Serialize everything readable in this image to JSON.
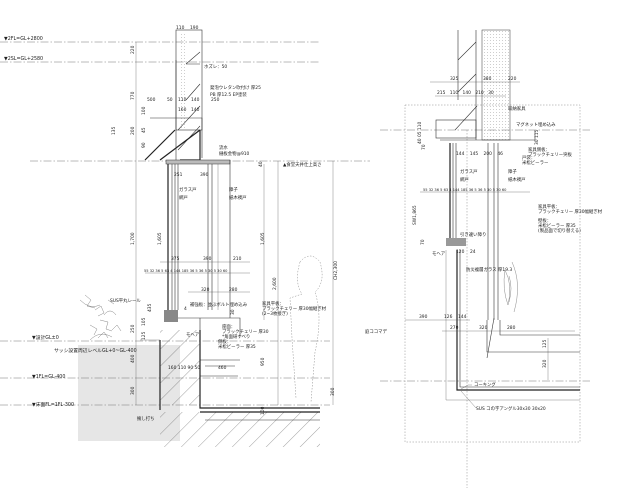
{
  "left_section": {
    "levels": {
      "l2fl": "▼2FL=GL+2800",
      "l2sl": "▼2SL=GL+2580",
      "gl": "▼設計GL±0",
      "sash": "サッシ設置周辺レベルGL+0~GL-400",
      "l1fl": "▼1FL=GL-400",
      "floor": "▼床面FL=1FL-300"
    },
    "notes": {
      "slope": "ホズレ：50",
      "insul": "発泡ウレタン吹付け 厚25",
      "pb": "PB 厚12.5 EP塗装",
      "drain": "流水",
      "drain2": "樋板金物@910",
      "ceiling": "▲食堂天井仕上高さ",
      "glass": "ガラス戸",
      "screen": "網戸",
      "shoji": "障子",
      "fusuma": "紙木襖戸",
      "rail": "SUS平丸レール",
      "frame": "補強板：並ぶボルト埋め込み",
      "top1": "家具平板：",
      "top2": "ブラックチェリー 厚30幅継ぎ材",
      "top3": "(2~3枚接ぎ)",
      "seat1": "座面：",
      "seat2": "ブラックチェリー 厚30",
      "seat3": "*角面研すべり",
      "side1": "側板：",
      "side2": "米松ビーラー 厚35",
      "mohair": "モヘア",
      "retain": "擁し打ち"
    },
    "dims": {
      "w110": "110",
      "w190": "190",
      "d220": "220",
      "d770": "770",
      "d160": "160",
      "d140": "140",
      "d500": "500",
      "d50": "50",
      "d110b": "110",
      "d140b": "140",
      "d250": "250",
      "d100": "100",
      "d200": "200",
      "d135": "135",
      "d45": "45",
      "d90": "90",
      "d251": "251",
      "d390": "390",
      "d40": "40",
      "h1700": "1,700",
      "h1605": "1,605",
      "h1605b": "1,605",
      "h2600": "2,600",
      "ch": "CH2,300",
      "d375": "375",
      "d390b": "390",
      "d210": "210",
      "row": "55 32 36 5 63 4 144 185 36 5 36 5 30 5 30 60",
      "d320": "320",
      "d280": "280",
      "d4": "4",
      "d30": "30",
      "d250b": "250",
      "d105": "105",
      "d435": "435",
      "d125": "125",
      "d400": "400",
      "d300": "300",
      "bot": "160 110 90 50",
      "d460": "460",
      "d950": "950",
      "d300b": "300",
      "d100b": "100"
    }
  },
  "right_section": {
    "dims": {
      "d325": "325",
      "d380": "380",
      "d220": "220",
      "row1": "215 110 140 210 30",
      "v40": "40 05 110",
      "v70": "70",
      "v115": "30 115",
      "row2": "144 145 200 46",
      "sw": "SW1,865",
      "row3": "55 32 36 5 63 4 144 185 36 5 36 5 30 5 30 60",
      "d70b": "70",
      "d120": "120",
      "d24": "24",
      "d390": "390",
      "d126": "126",
      "d144": "144",
      "d270": "270",
      "d320": "320",
      "d280": "280",
      "d125": "125",
      "d320v": "320"
    },
    "notes": {
      "storage": "収納家具",
      "magnet": "マグネット埋め込み",
      "fix1": "家具側板：",
      "fix2": "ブラックチェリー突板",
      "door1": "戸袋：",
      "door2": "米松ビーラー",
      "glass": "ガラス戸",
      "screen": "網戸",
      "shoji": "障子",
      "fusuma": "紙木襖戸",
      "top1": "家具平板：",
      "top2": "ブラックチェリー 厚30幅継ぎ材",
      "side1": "壁板：",
      "side2": "米松ビーラー 厚35",
      "side3": "(製品面で切り替える)",
      "hinge": "引き違い障り",
      "mohair": "モヘア",
      "fixglass": "防災複層ガラス 厚19.3",
      "line": "庭ココマデ",
      "caulk": "コーキング",
      "angle": "SUS コの字アングル30x30 30x20"
    }
  }
}
